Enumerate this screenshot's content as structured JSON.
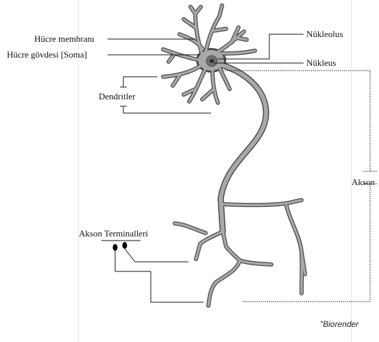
{
  "title": "",
  "labels": {
    "cell_membrane": "Hücre membranı",
    "cell_body": "Hücre gövdesi [Soma]",
    "nucleolus": "Nükleolus",
    "nucleus": "Nükleus",
    "dendrites": "Dendritler",
    "axon": "Akson",
    "axon_terminals": "Akson Terminalleri"
  },
  "credit": "\"Biorender",
  "colors": {
    "neuron_fill": "#a8a8a8",
    "neuron_outline": "#4a4a4a",
    "nucleus": "#6e6e6e",
    "nucleolus": "#2a2a2a",
    "terminal": "#000000",
    "leader_line": "#111111"
  }
}
